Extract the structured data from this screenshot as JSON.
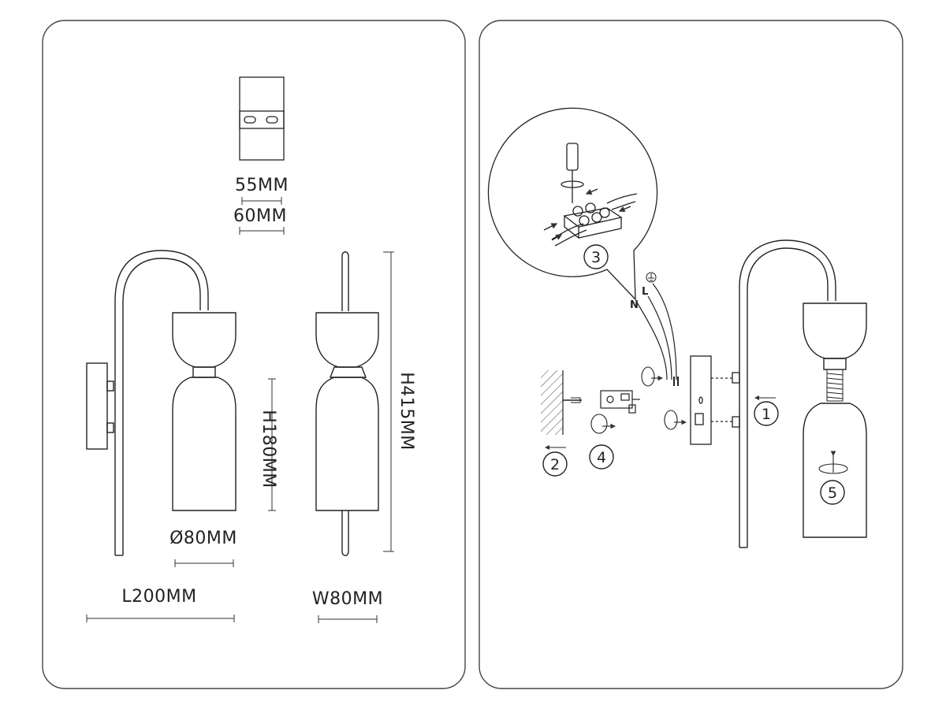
{
  "dimensions": {
    "mount_width_inner": "55MM",
    "mount_width_outer": "60MM",
    "height_total": "H415MM",
    "height_shade": "H180MM",
    "diameter": "Ø80MM",
    "length": "L200MM",
    "width": "W80MM"
  },
  "steps": [
    "1",
    "2",
    "3",
    "4",
    "5"
  ],
  "wire_labels": {
    "neutral": "N",
    "live": "L"
  },
  "colors": {
    "line": "#222222",
    "panel_border": "#444444",
    "background": "#ffffff"
  }
}
